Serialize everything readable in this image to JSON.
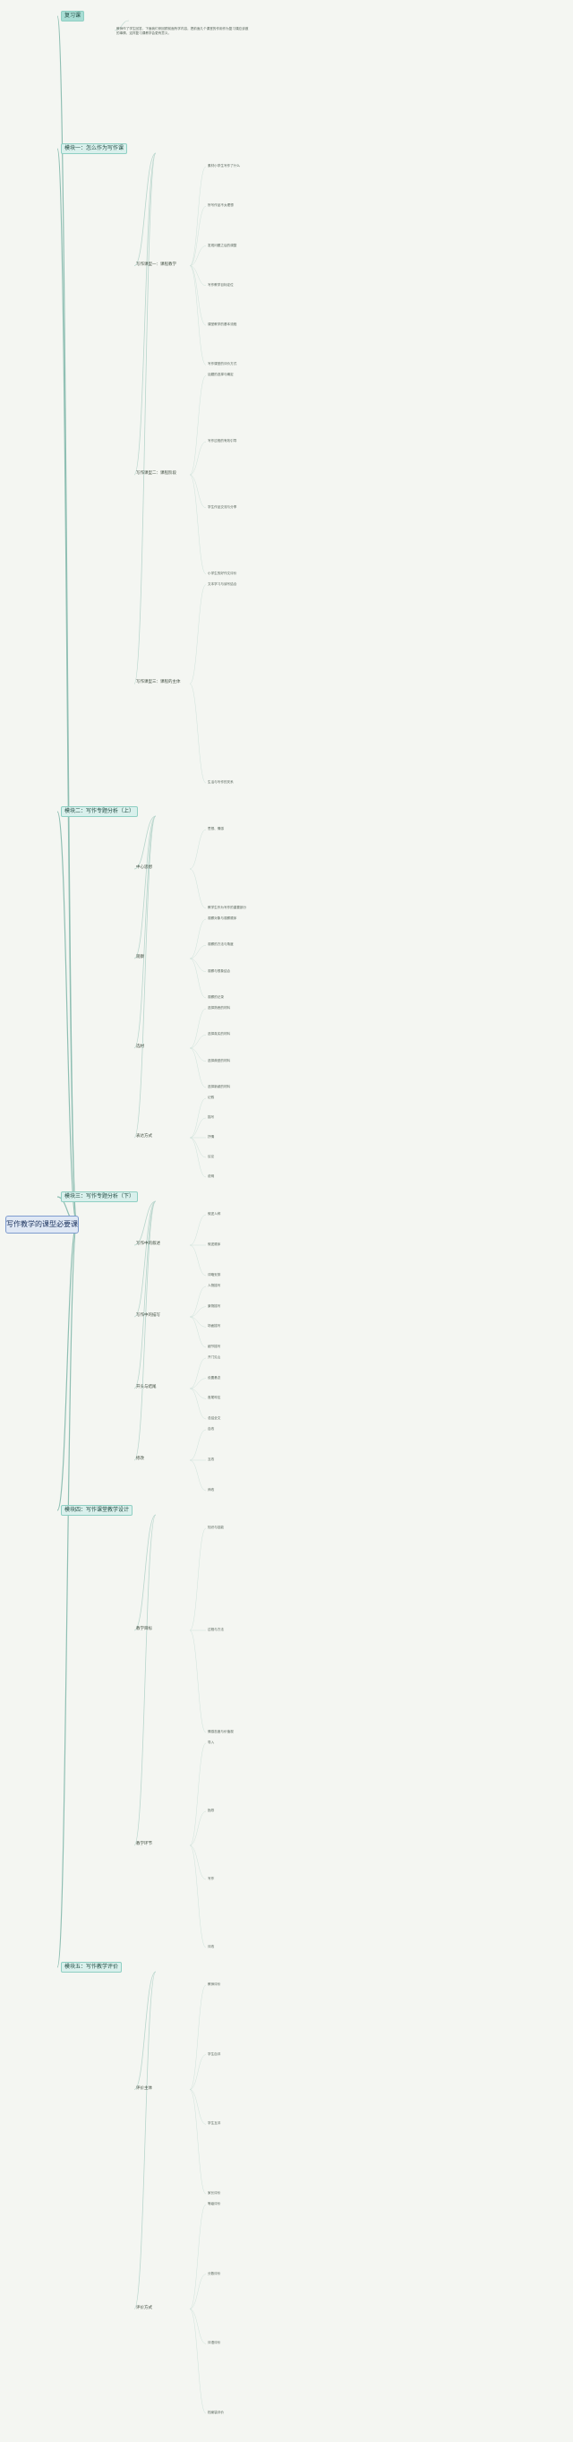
{
  "root": "写作教学的课型必要课",
  "sections": [
    {
      "title": "复习课",
      "notes": [
        "教师作了学生回答，下面我们来回顾前面所学内容，把前面几个课堂的作用作为复习课应该做的事情，这样复习课教学会更有意义。"
      ]
    },
    {
      "title": "模块一：怎么作为写作课",
      "groups": [
        {
          "label": "写作课型一：课程教学",
          "items": [
            "素材小学生写作了什么",
            "所写作品不太理想",
            "发现问题之后的调整",
            "写作教学目标定位",
            "课堂教学的基本流程",
            "写作课堂的评价方式"
          ]
        },
        {
          "label": "写作课型二：课程阶段",
          "items": [
            "话题的选择与确定",
            "写作过程的有效引导",
            "学生作品交流与分享",
            "小学生的好作文评价"
          ]
        },
        {
          "label": "写作课型三：课程的主体",
          "items": [
            "文本学习与读写结合",
            "生活与写作的关系"
          ]
        }
      ]
    },
    {
      "title": "模块二：写作专题分析（上）",
      "groups": [
        {
          "label": "中心思想",
          "items": [
            "思想、情感",
            "教学生作为写作的重要部分"
          ]
        },
        {
          "label": "观察",
          "items": [
            "观察对象与观察顺序",
            "观察的方法与角度",
            "观察与想象结合",
            "观察的记录"
          ]
        },
        {
          "label": "选材",
          "items": [
            "选择熟悉的材料",
            "选择真实的材料",
            "选择典型的材料",
            "选择新颖的材料"
          ]
        },
        {
          "label": "表达方式",
          "items": [
            "记叙",
            "描写",
            "抒情",
            "议论",
            "说明"
          ]
        }
      ]
    },
    {
      "title": "模块三：写作专题分析（下）",
      "groups": [
        {
          "label": "写作中的叙述",
          "items": [
            "叙述人称",
            "叙述顺序",
            "详略安排"
          ]
        },
        {
          "label": "写作中的描写",
          "items": [
            "人物描写",
            "景物描写",
            "场面描写",
            "细节描写"
          ]
        },
        {
          "label": "开头与结尾",
          "items": [
            "开门见山",
            "设置悬念",
            "首尾呼应",
            "总结全文"
          ]
        },
        {
          "label": "修改",
          "items": [
            "自改",
            "互改",
            "师改"
          ]
        }
      ]
    },
    {
      "title": "模块四：写作课堂教学设计",
      "groups": [
        {
          "label": "教学目标",
          "items": [
            "知识与技能",
            "过程与方法",
            "情感态度与价值观"
          ]
        },
        {
          "label": "教学环节",
          "items": [
            "导入",
            "指导",
            "写作",
            "评改"
          ]
        }
      ]
    },
    {
      "title": "模块五：写作教学评价",
      "groups": [
        {
          "label": "评价主体",
          "items": [
            "教师评价",
            "学生自评",
            "学生互评",
            "家长评价"
          ]
        },
        {
          "label": "评价方式",
          "items": [
            "等级评价",
            "分数评价",
            "评语评价",
            "档案袋评价"
          ]
        }
      ]
    }
  ]
}
